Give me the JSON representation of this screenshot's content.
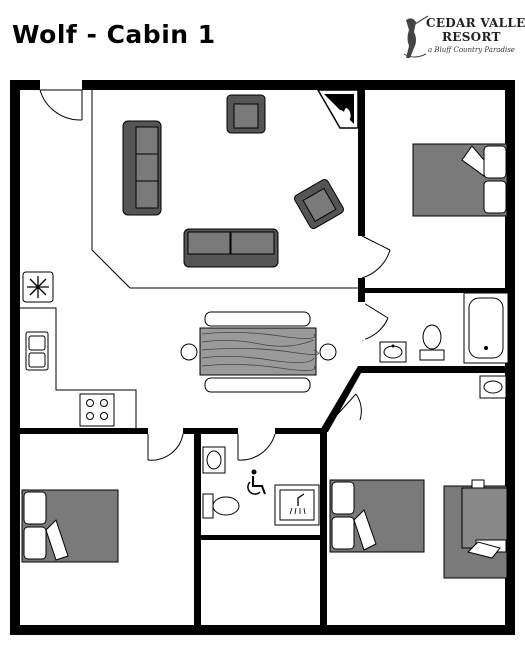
{
  "title": "Wolf - Cabin 1",
  "logo": {
    "line1": "CEDAR VALLEY",
    "line2": "RESORT",
    "tagline": "a Bluff Country Paradise"
  },
  "colors": {
    "wall": "#000000",
    "furniture": "#7a7a7a",
    "furniture_dark": "#555555",
    "fixture": "#b0b0b0",
    "background": "#ffffff"
  },
  "icons": [
    "fireplace-icon",
    "snowflake-icon",
    "wheelchair-icon",
    "shower-icon"
  ]
}
